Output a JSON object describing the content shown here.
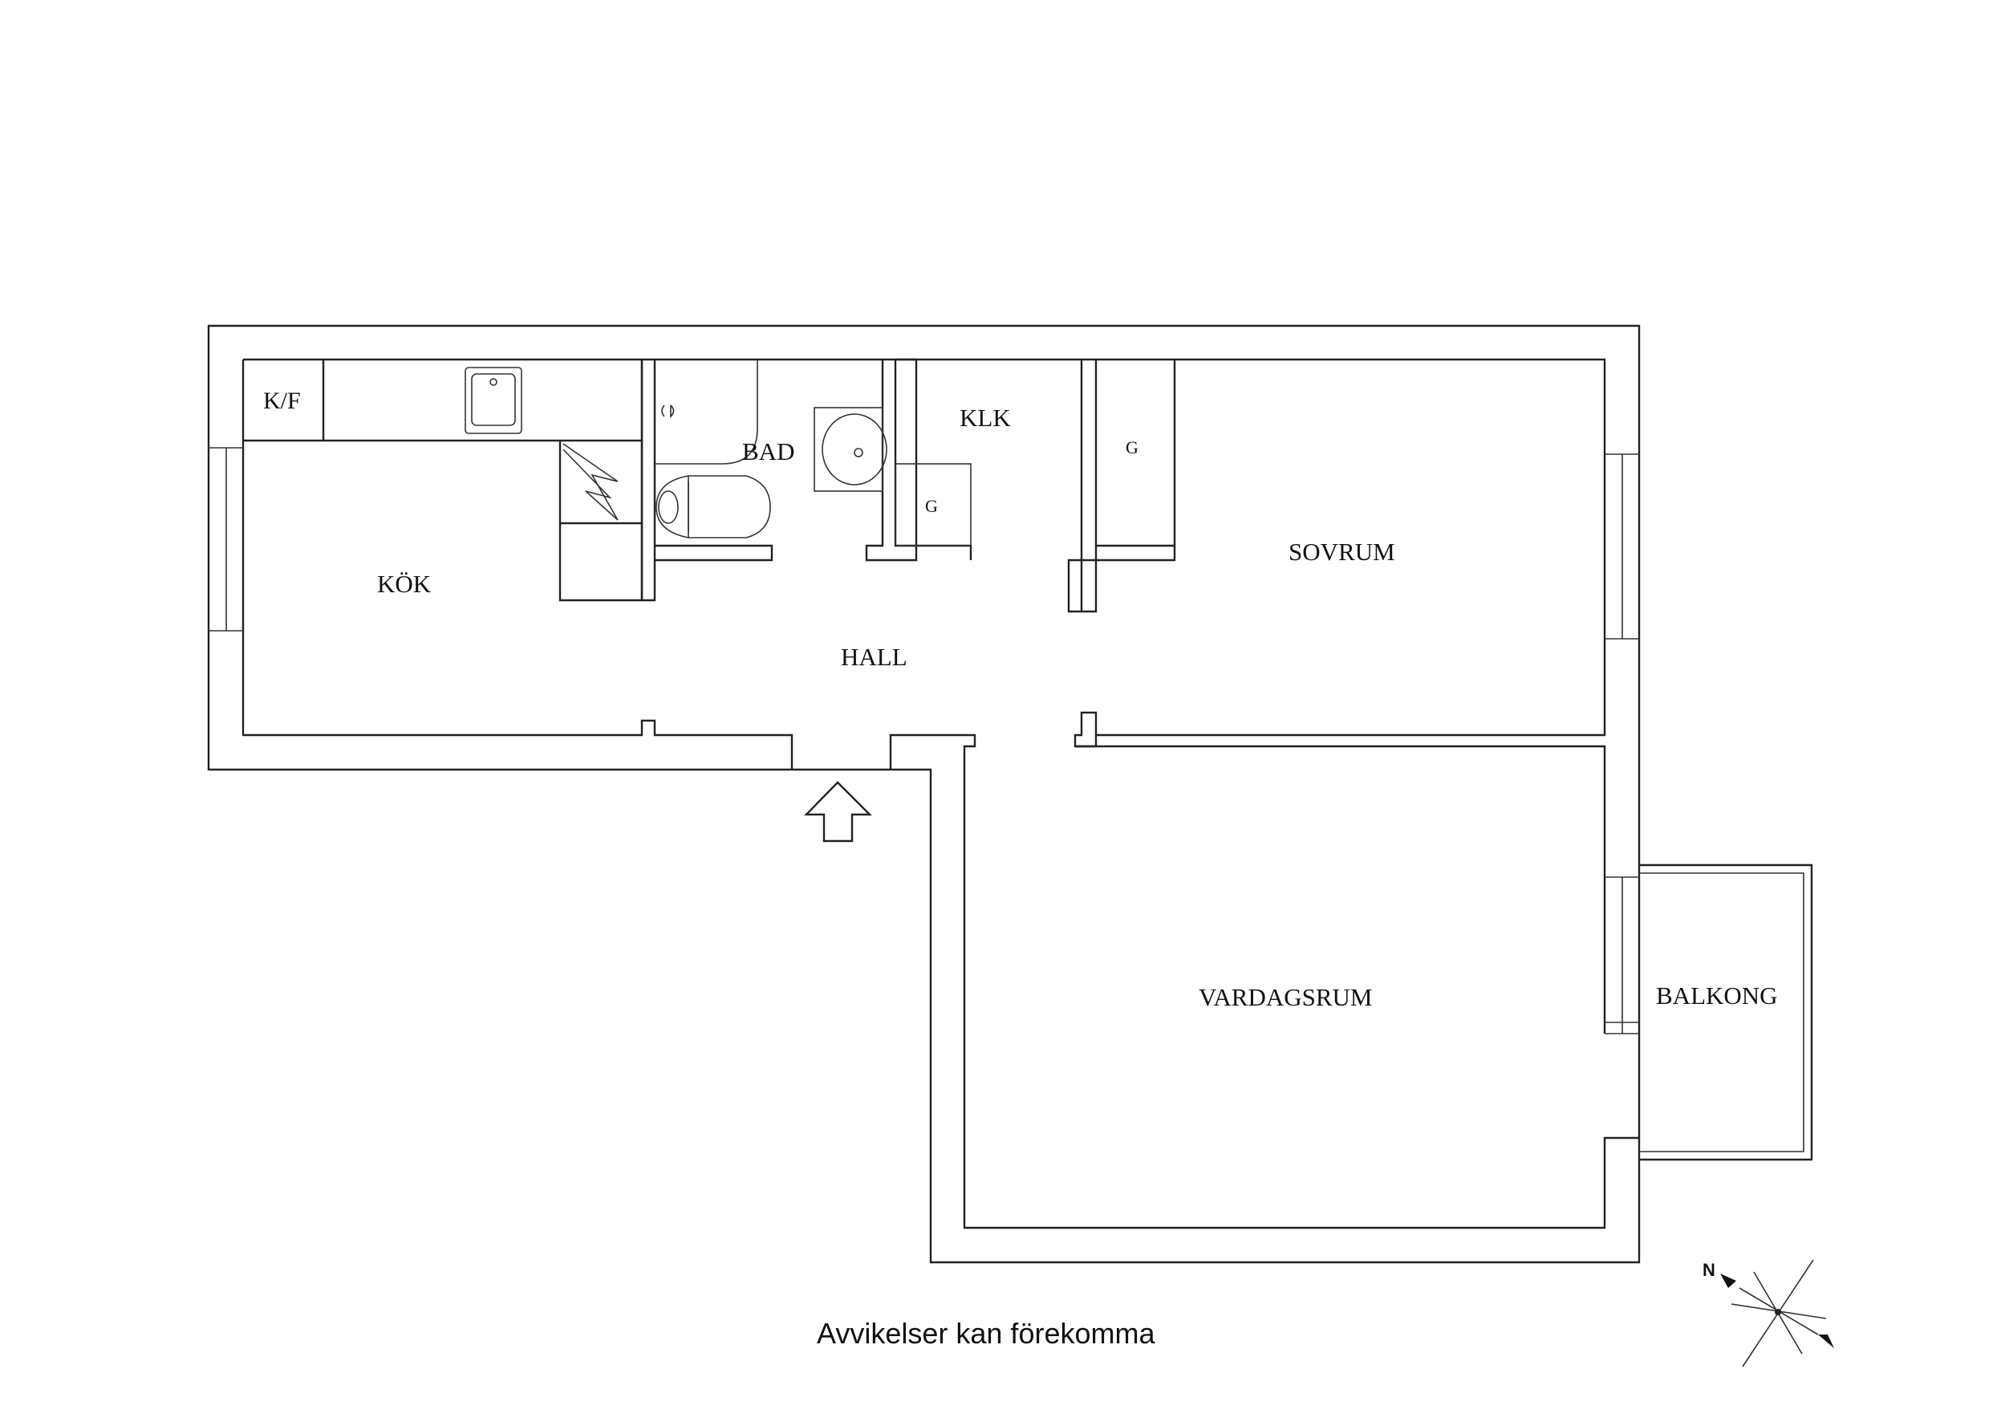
{
  "rooms": {
    "kok": "KÖK",
    "kf": "K/F",
    "bad": "BAD",
    "klk": "KLK",
    "klk_g": "G",
    "sov_g": "G",
    "sovrum": "SOVRUM",
    "hall": "HALL",
    "vardagsrum": "VARDAGSRUM",
    "balkong": "BALKONG"
  },
  "caption": "Avvikelser kan förekomma",
  "compass": {
    "north_label": "N"
  },
  "colors": {
    "lines": "#222222",
    "background": "#ffffff"
  }
}
